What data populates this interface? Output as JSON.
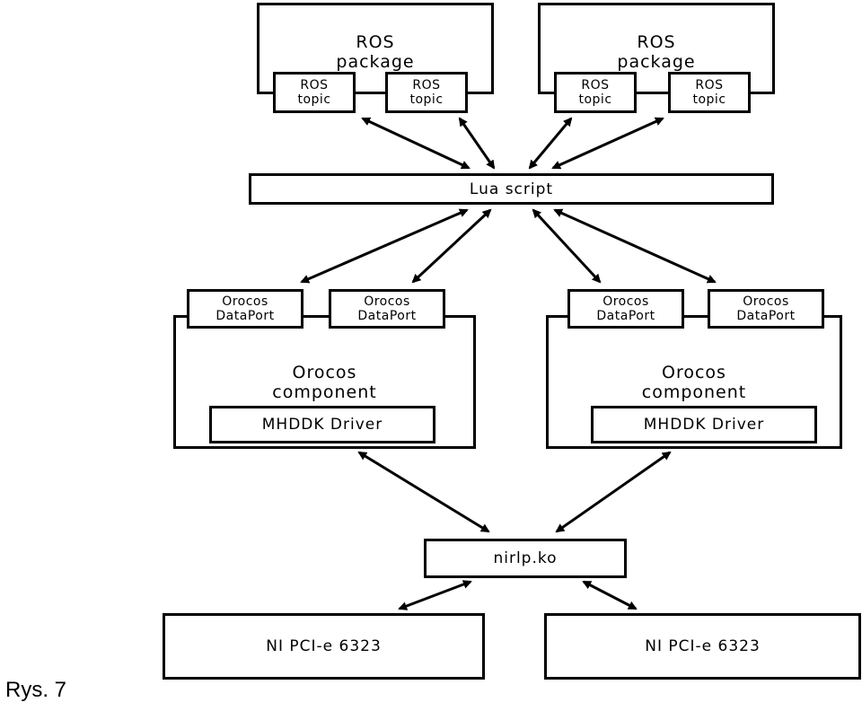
{
  "diagram": {
    "ros_packages": [
      {
        "title": "ROS\npackage",
        "topics": [
          "ROS\ntopic",
          "ROS\ntopic"
        ]
      },
      {
        "title": "ROS\npackage",
        "topics": [
          "ROS\ntopic",
          "ROS\ntopic"
        ]
      }
    ],
    "lua_script": "Lua script",
    "orocos_components": [
      {
        "title": "Orocos\ncomponent",
        "ports": [
          "Orocos\nDataPort",
          "Orocos\nDataPort"
        ],
        "driver": "MHDDK Driver"
      },
      {
        "title": "Orocos\ncomponent",
        "ports": [
          "Orocos\nDataPort",
          "Orocos\nDataPort"
        ],
        "driver": "MHDDK Driver"
      }
    ],
    "kernel_module": "nirlp.ko",
    "devices": [
      "NI PCI-e 6323",
      "NI PCI-e 6323"
    ]
  },
  "caption": "Rys. 7"
}
